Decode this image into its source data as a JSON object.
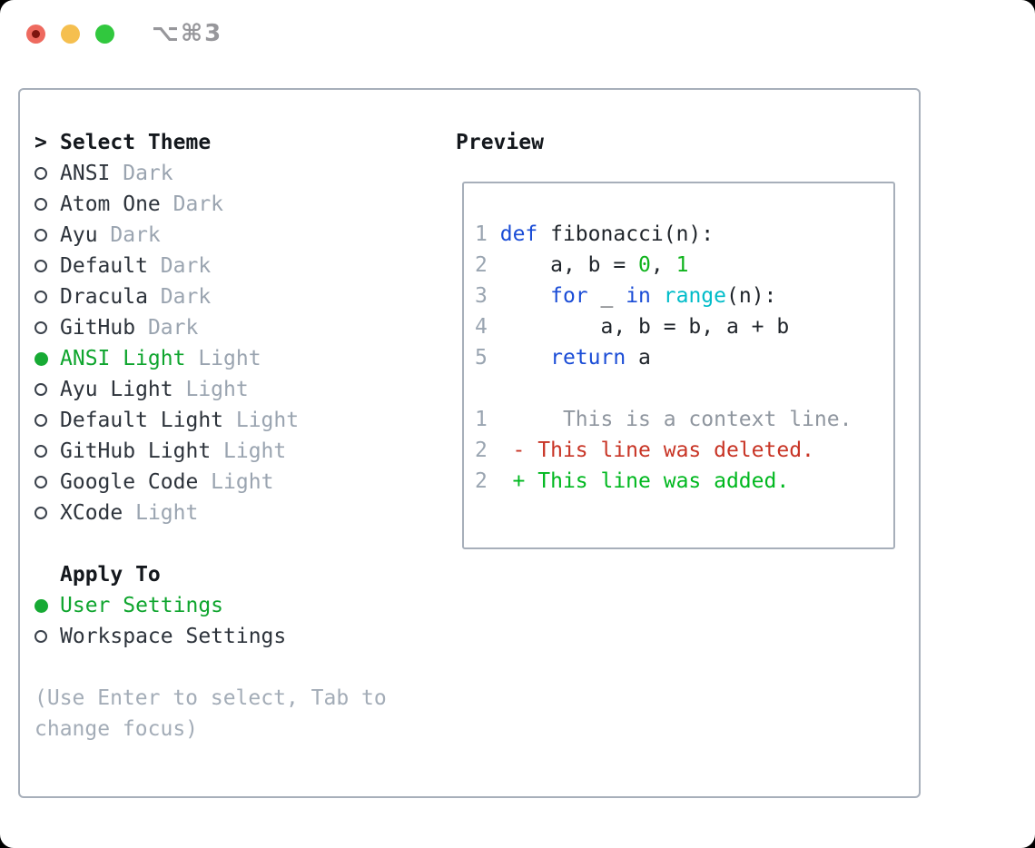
{
  "window": {
    "title": "⌥⌘3",
    "traffic_lights": {
      "close": "close",
      "minimize": "minimize",
      "zoom": "zoom"
    }
  },
  "theme_panel": {
    "header": {
      "prompt": ">",
      "label": "Select Theme"
    },
    "themes": [
      {
        "name": "ANSI",
        "variant": "Dark",
        "selected": false
      },
      {
        "name": "Atom One",
        "variant": "Dark",
        "selected": false
      },
      {
        "name": "Ayu",
        "variant": "Dark",
        "selected": false
      },
      {
        "name": "Default",
        "variant": "Dark",
        "selected": false
      },
      {
        "name": "Dracula",
        "variant": "Dark",
        "selected": false
      },
      {
        "name": "GitHub",
        "variant": "Dark",
        "selected": false
      },
      {
        "name": "ANSI Light",
        "variant": "Light",
        "selected": true
      },
      {
        "name": "Ayu Light",
        "variant": "Light",
        "selected": false
      },
      {
        "name": "Default Light",
        "variant": "Light",
        "selected": false
      },
      {
        "name": "GitHub Light",
        "variant": "Light",
        "selected": false
      },
      {
        "name": "Google Code",
        "variant": "Light",
        "selected": false
      },
      {
        "name": "XCode",
        "variant": "Light",
        "selected": false
      }
    ],
    "apply_to": {
      "label": "Apply To",
      "options": [
        {
          "label": "User Settings",
          "selected": true
        },
        {
          "label": "Workspace Settings",
          "selected": false
        }
      ]
    },
    "help": "(Use Enter to select, Tab to\nchange focus)"
  },
  "preview": {
    "label": "Preview",
    "code": {
      "lines": [
        {
          "num": "1",
          "tokens": [
            [
              "plain",
              " "
            ],
            [
              "kw",
              "def"
            ],
            [
              "plain",
              " fibonacci(n):"
            ]
          ]
        },
        {
          "num": "2",
          "tokens": [
            [
              "plain",
              "     a, b = "
            ],
            [
              "num",
              "0"
            ],
            [
              "plain",
              ", "
            ],
            [
              "num",
              "1"
            ]
          ]
        },
        {
          "num": "3",
          "tokens": [
            [
              "plain",
              "     "
            ],
            [
              "kw",
              "for"
            ],
            [
              "plain",
              " _ "
            ],
            [
              "kw",
              "in"
            ],
            [
              "plain",
              " "
            ],
            [
              "fn",
              "range"
            ],
            [
              "plain",
              "(n):"
            ]
          ]
        },
        {
          "num": "4",
          "tokens": [
            [
              "plain",
              "         a, b = b, a + b"
            ]
          ]
        },
        {
          "num": "5",
          "tokens": [
            [
              "plain",
              "     "
            ],
            [
              "kw",
              "return"
            ],
            [
              "plain",
              " a"
            ]
          ]
        }
      ]
    },
    "diff": {
      "lines": [
        {
          "num": "1",
          "type": "context",
          "tokens": [
            [
              "ctx",
              "      This is a context line."
            ]
          ]
        },
        {
          "num": "2",
          "type": "deleted",
          "tokens": [
            [
              "del",
              "  - This line was deleted."
            ]
          ]
        },
        {
          "num": "2",
          "type": "added",
          "tokens": [
            [
              "add",
              "  + This line was added."
            ]
          ]
        }
      ]
    }
  },
  "colors": {
    "accent_green": "#17aa34",
    "selected_text_green": "#0fa52e",
    "keyword_blue": "#1a4cd6",
    "number_green": "#0fb31c",
    "function_cyan": "#00bcc9",
    "deleted_red": "#c83425",
    "added_green": "#00b81f",
    "muted_gray": "#9aa4b0",
    "line_number_gray": "#9aa5b1",
    "context_gray": "#8f969f",
    "text_dark": "#2d333b",
    "border_gray": "#a7afba",
    "traffic_red": "#ee6a5f",
    "traffic_yellow": "#f5bf4f",
    "traffic_green": "#31c83e"
  }
}
